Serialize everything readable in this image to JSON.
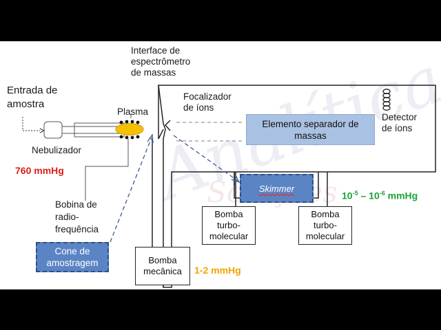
{
  "labels": {
    "interface": [
      "Interface de",
      "espectrômetro",
      "de massas"
    ],
    "entrada": [
      "Entrada de",
      "amostra"
    ],
    "plasma": "Plasma",
    "nebulizador": "Nebulizador",
    "focalizador": [
      "Focalizador",
      "de íons"
    ],
    "detector": [
      "Detector",
      "de íons"
    ],
    "bobina": [
      "Bobina de",
      "radio-",
      "frequência"
    ]
  },
  "boxes": {
    "separador": [
      "Elemento separador de",
      "massas"
    ],
    "skimmer": "Skimmer",
    "cone": [
      "Cone de",
      "amostragem"
    ],
    "bomba_mecanica": [
      "Bomba",
      "mecânica"
    ],
    "bomba_turbo_1": [
      "Bomba",
      "turbo-",
      "molecular"
    ],
    "bomba_turbo_2": [
      "Bomba",
      "turbo-",
      "molecular"
    ]
  },
  "pressures": {
    "atm": "760 mmHg",
    "interface": "1-2 mmHg",
    "high_vacuum_a": "10",
    "high_vacuum_a_exp": "-5",
    "high_vacuum_mid": " – 10",
    "high_vacuum_b_exp": "-6",
    "high_vacuum_unit": " mmHg"
  },
  "watermark": {
    "line1": "Analítica",
    "line2": "Soluções"
  },
  "colors": {
    "red": "#e01b1b",
    "orange": "#f0a500",
    "green": "#1aa33a",
    "box_blue": "#5b84c4",
    "light_blue": "#a9c2e3",
    "plasma": "#f5c000"
  }
}
